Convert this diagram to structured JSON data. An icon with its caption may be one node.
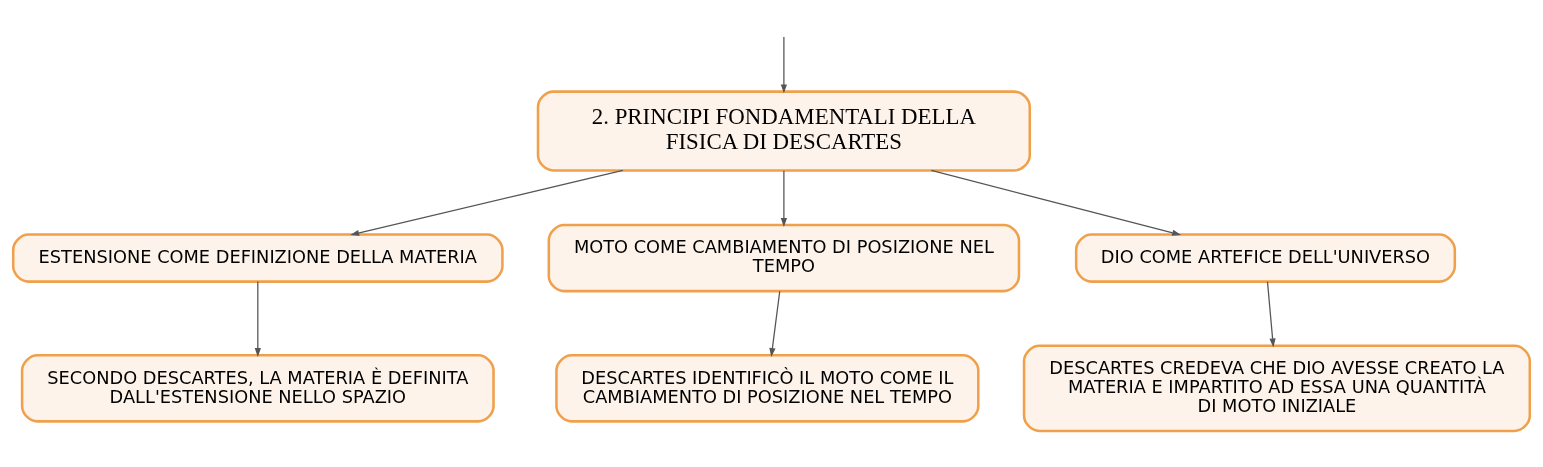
{
  "diagram": {
    "nodes": [
      {
        "text": [
          "2. PRINCIPI FONDAMENTALI DELLA FISICA DI DESCARTES"
        ]
      },
      {
        "text": [
          "ESTENSIONE COME DEFINIZIONE DELLA MATERIA"
        ]
      },
      {
        "text": [
          "MOTO COME CAMBIAMENTO DI POSIZIONE NEL TEMPO"
        ]
      },
      {
        "text": [
          "DIO COME ARTEFICE DELL'UNIVERSO"
        ]
      },
      {
        "text": [
          "SECONDO DESCARTES, LA MATERIA È DEFINITA DALL'ESTENSIONE NELLO SPAZIO"
        ]
      },
      {
        "text": [
          "DESCARTES IDENTIFICÒ IL MOTO COME IL CAMBIAMENTO DI POSIZIONE NEL TEMPO"
        ]
      },
      {
        "text": [
          "DESCARTES CREDEVA CHE DIO AVESSE CREATO LA MATERIA E IMPARTITO AD ESSA UNA QUANTITÀ DI MOTO INIZIALE"
        ]
      }
    ],
    "edges": [
      {
        "from": null,
        "to": 0,
        "arrow": "to"
      },
      {
        "from": 0,
        "to": 1,
        "arrow": "to"
      },
      {
        "from": 0,
        "to": 2,
        "arrow": "to"
      },
      {
        "from": 0,
        "to": 3,
        "arrow": "to"
      },
      {
        "from": 1,
        "to": 4,
        "arrow": "to"
      },
      {
        "from": 2,
        "to": 5,
        "arrow": "to"
      },
      {
        "from": 3,
        "to": 6,
        "arrow": "to"
      }
    ]
  }
}
